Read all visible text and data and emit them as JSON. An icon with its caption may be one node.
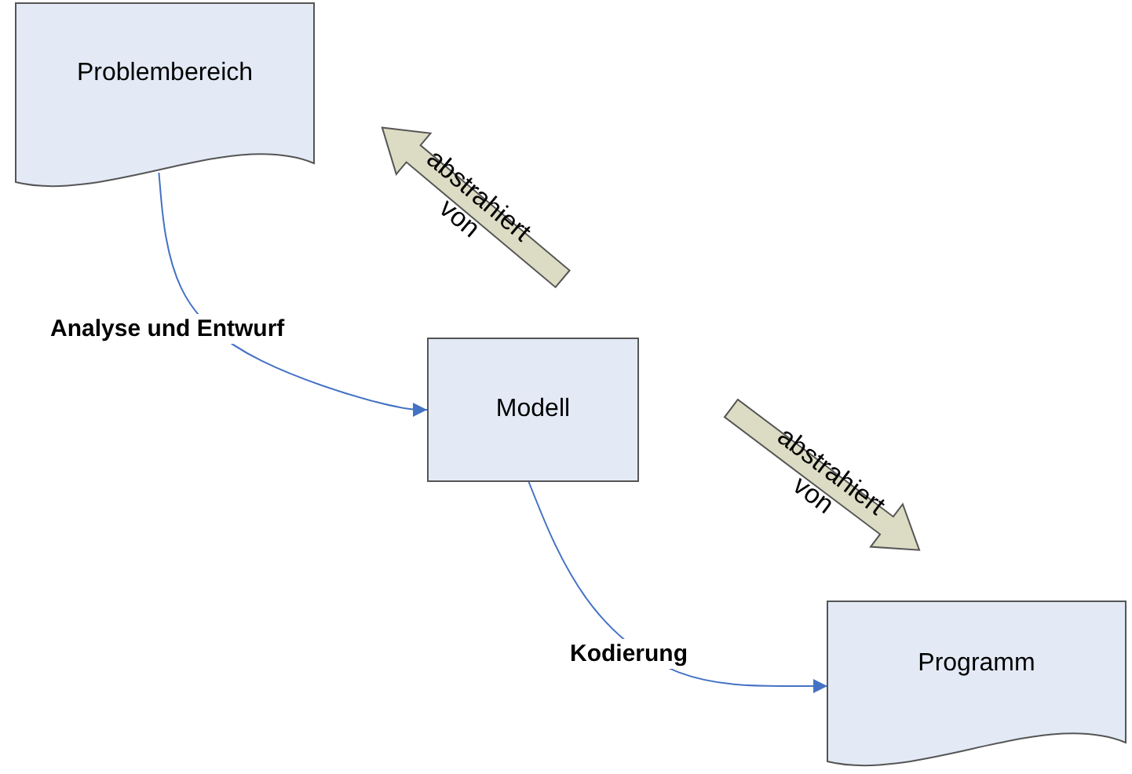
{
  "diagram": {
    "nodes": [
      {
        "text": [
          "Problembereich"
        ]
      },
      {
        "text": [
          "Modell"
        ]
      },
      {
        "text": [
          "Programm"
        ]
      },
      {
        "text": [
          "abstrahiert von"
        ]
      },
      {
        "text": [
          "abstrahiert von"
        ]
      }
    ],
    "edges": [
      {
        "from": 0,
        "to": 1,
        "arrow": "to",
        "label": "Analyse und Entwurf"
      },
      {
        "from": 1,
        "to": 2,
        "arrow": "to",
        "label": "Kodierung"
      }
    ]
  }
}
